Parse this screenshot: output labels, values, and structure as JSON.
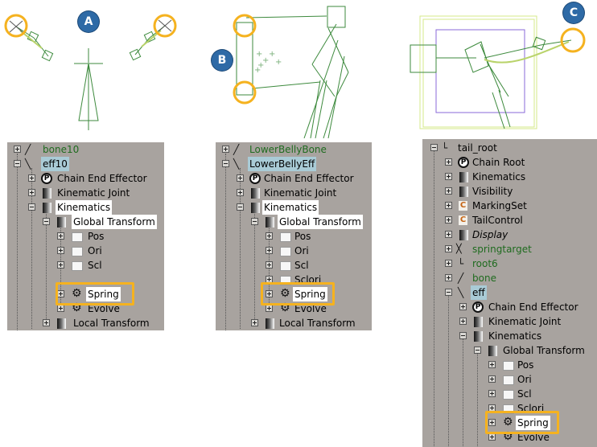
{
  "badges": {
    "a": "A",
    "b": "B",
    "c": "C"
  },
  "colors": {
    "highlight": "#f5b21f",
    "badge": "#2e6aa6",
    "tree_bg": "#a8a39f",
    "green_text": "#1f6b1f",
    "selected_bg": "#a9cbd6"
  },
  "panel_a": {
    "tree": [
      {
        "label": "bone10",
        "icon": "bone-icon",
        "style": "green"
      },
      {
        "label": "eff10",
        "icon": "effector-icon",
        "style": "selected"
      },
      {
        "label": "Chain End Effector",
        "icon": "chain-effector-icon",
        "style": "normal"
      },
      {
        "label": "Kinematic Joint",
        "icon": "gradient-icon",
        "style": "normal"
      },
      {
        "label": "Kinematics",
        "icon": "gradient-icon",
        "style": "white"
      },
      {
        "label": "Global Transform",
        "icon": "gradient-icon",
        "style": "white"
      },
      {
        "label": "Pos",
        "icon": "folder-icon",
        "style": "normal"
      },
      {
        "label": "Ori",
        "icon": "folder-icon",
        "style": "normal"
      },
      {
        "label": "Scl",
        "icon": "folder-icon",
        "style": "normal"
      },
      {
        "label": "Spring",
        "icon": "gear-icon",
        "style": "white"
      },
      {
        "label": "Evolve",
        "icon": "gear-icon",
        "style": "normal"
      },
      {
        "label": "Local Transform",
        "icon": "gradient-icon",
        "style": "normal"
      }
    ]
  },
  "panel_b": {
    "tree": [
      {
        "label": "LowerBellyBone",
        "icon": "bone-icon",
        "style": "green"
      },
      {
        "label": "LowerBellyEff",
        "icon": "effector-icon",
        "style": "selected"
      },
      {
        "label": "Chain End Effector",
        "icon": "chain-effector-icon",
        "style": "normal"
      },
      {
        "label": "Kinematic Joint",
        "icon": "gradient-icon",
        "style": "normal"
      },
      {
        "label": "Kinematics",
        "icon": "gradient-icon",
        "style": "white"
      },
      {
        "label": "Global Transform",
        "icon": "gradient-icon",
        "style": "white"
      },
      {
        "label": "Pos",
        "icon": "folder-icon",
        "style": "normal"
      },
      {
        "label": "Ori",
        "icon": "folder-icon",
        "style": "normal"
      },
      {
        "label": "Scl",
        "icon": "folder-icon",
        "style": "normal"
      },
      {
        "label": "Sclori",
        "icon": "folder-icon",
        "style": "normal"
      },
      {
        "label": "Spring",
        "icon": "gear-icon",
        "style": "white"
      },
      {
        "label": "Evolve",
        "icon": "gear-icon",
        "style": "normal"
      },
      {
        "label": "Local Transform",
        "icon": "gradient-icon",
        "style": "normal"
      }
    ]
  },
  "panel_c": {
    "tree": [
      {
        "label": "tail_root",
        "icon": "root-icon",
        "style": "normal"
      },
      {
        "label": "Chain Root",
        "icon": "chain-effector-icon",
        "style": "normal"
      },
      {
        "label": "Kinematics",
        "icon": "gradient-icon",
        "style": "normal"
      },
      {
        "label": "Visibility",
        "icon": "gradient-icon",
        "style": "normal"
      },
      {
        "label": "MarkingSet",
        "icon": "custom-param-icon",
        "style": "normal"
      },
      {
        "label": "TailControl",
        "icon": "custom-param-icon",
        "style": "normal"
      },
      {
        "label": "Display",
        "icon": "gradient-icon",
        "style": "italic"
      },
      {
        "label": "springtarget",
        "icon": "null-icon",
        "style": "green"
      },
      {
        "label": "root6",
        "icon": "root-icon",
        "style": "green"
      },
      {
        "label": "bone",
        "icon": "bone-icon",
        "style": "green"
      },
      {
        "label": "eff",
        "icon": "effector-icon",
        "style": "selected"
      },
      {
        "label": "Chain End Effector",
        "icon": "chain-effector-icon",
        "style": "normal"
      },
      {
        "label": "Kinematic Joint",
        "icon": "gradient-icon",
        "style": "normal"
      },
      {
        "label": "Kinematics",
        "icon": "gradient-icon",
        "style": "normal"
      },
      {
        "label": "Global Transform",
        "icon": "gradient-icon",
        "style": "normal"
      },
      {
        "label": "Pos",
        "icon": "folder-icon",
        "style": "normal"
      },
      {
        "label": "Ori",
        "icon": "folder-icon",
        "style": "normal"
      },
      {
        "label": "Scl",
        "icon": "folder-icon",
        "style": "normal"
      },
      {
        "label": "Sclori",
        "icon": "folder-icon",
        "style": "normal"
      },
      {
        "label": "Spring",
        "icon": "gear-icon",
        "style": "white"
      },
      {
        "label": "Evolve",
        "icon": "gear-icon",
        "style": "normal"
      }
    ]
  }
}
